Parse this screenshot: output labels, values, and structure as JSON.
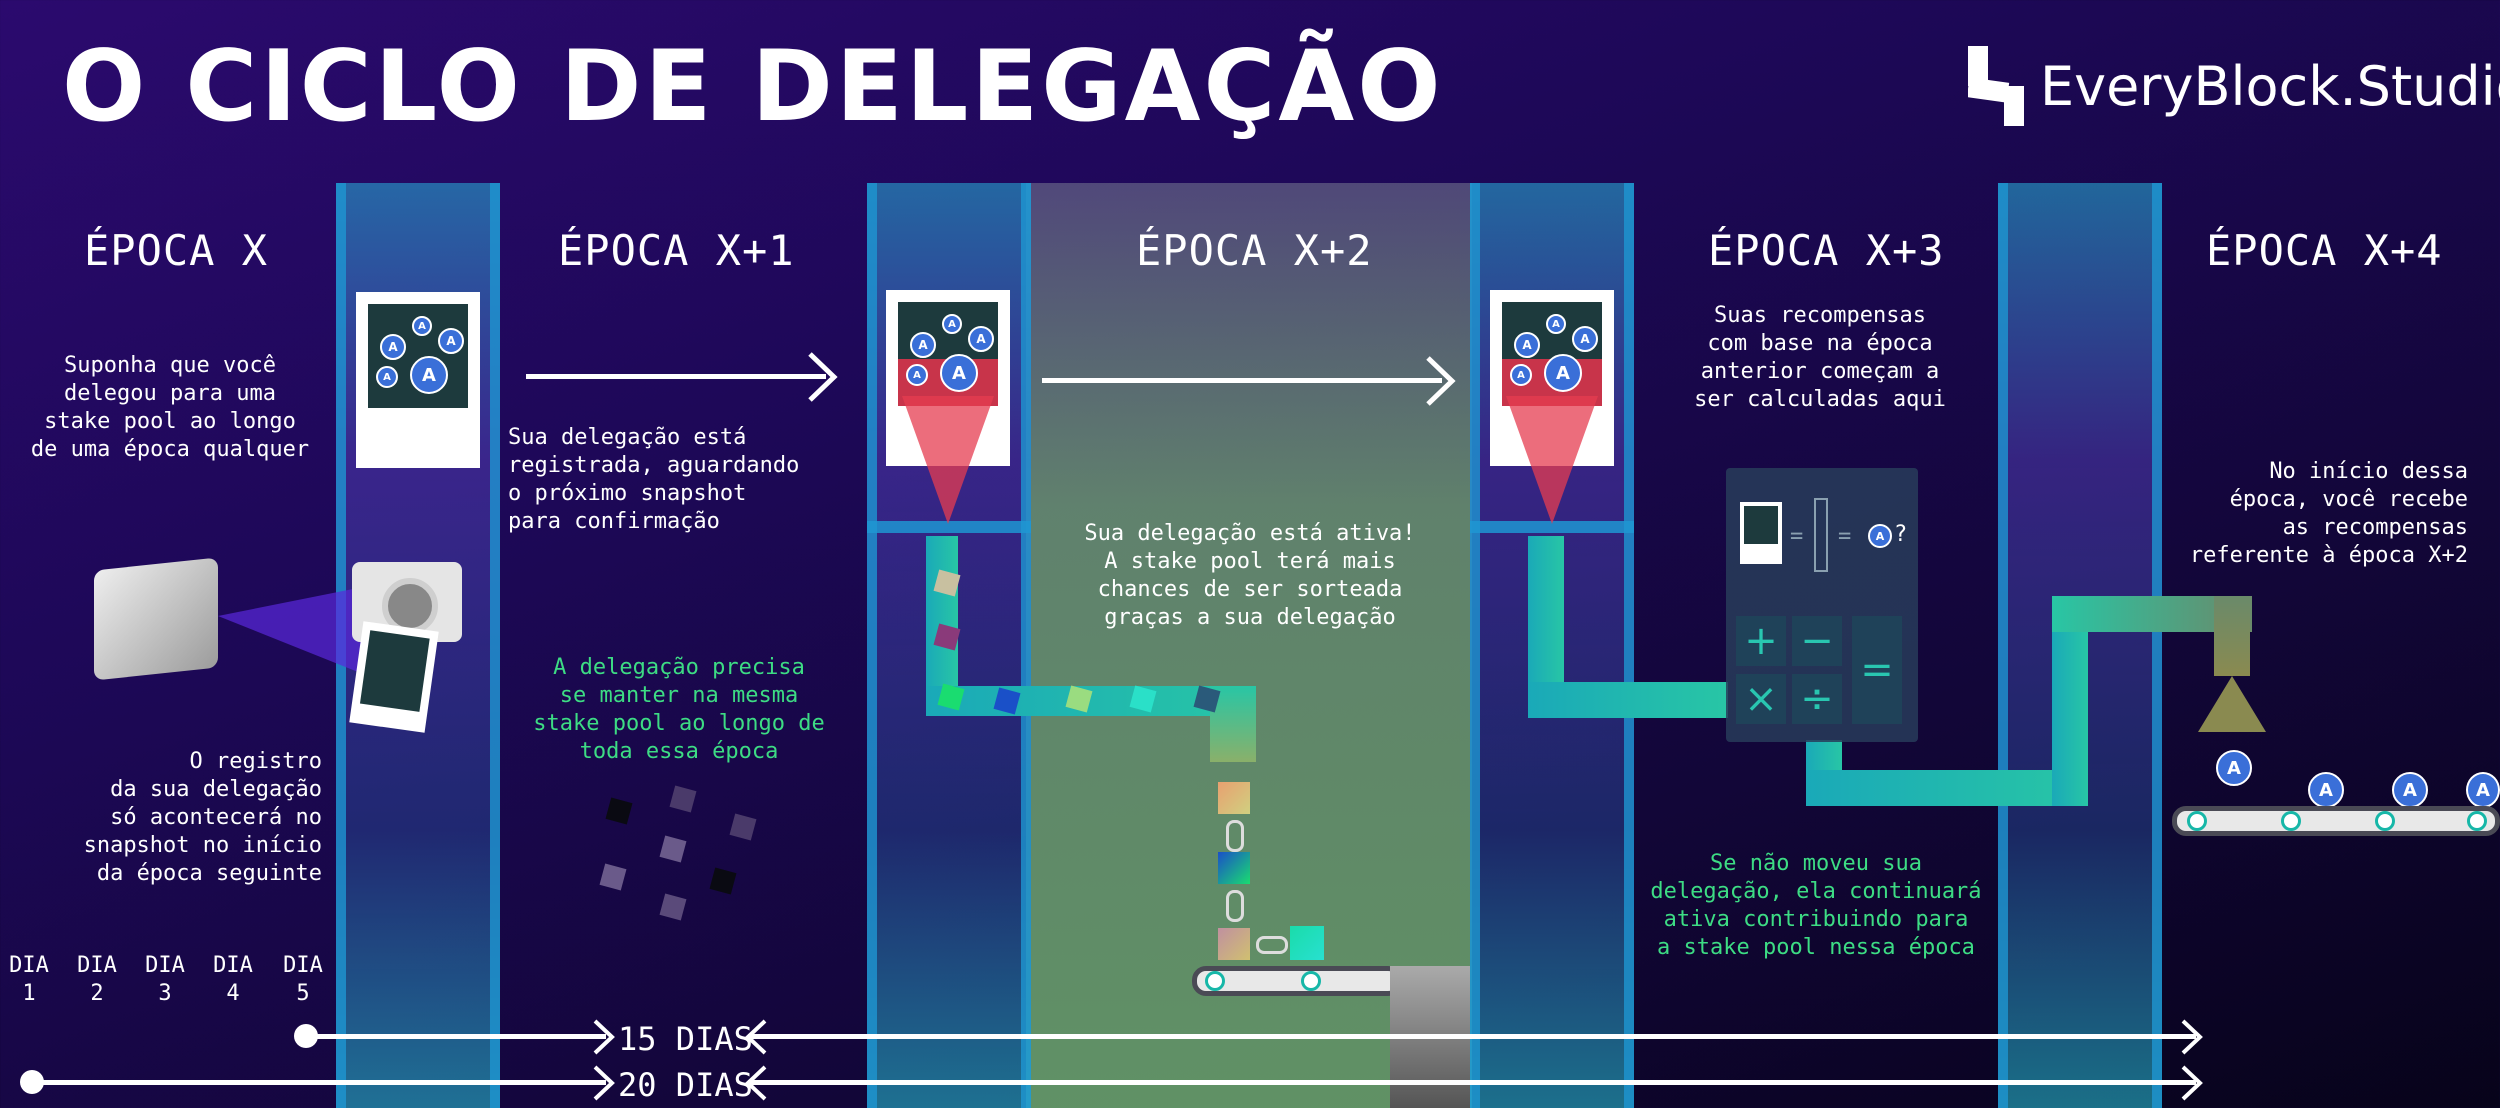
{
  "title": "O CICLO DE DELEGAÇÃO",
  "brand": "EveryBlock.Studio",
  "epochs": [
    {
      "label": "ÉPOCA X",
      "text": "Suponha que você\ndelegou para uma\nstake pool ao longo\nde uma época qualquer"
    },
    {
      "label": "ÉPOCA X+1",
      "text": "Sua delegação está\nregistrada, aguardando\no próximo snapshot\npara confirmação"
    },
    {
      "label": "ÉPOCA X+2",
      "text": "Sua delegação está ativa!\nA stake pool terá mais\nchances de ser sorteada\ngraças a sua delegação"
    },
    {
      "label": "ÉPOCA X+3",
      "text": "Suas recompensas\ncom base na época\nanterior começam a\nser calculadas aqui"
    },
    {
      "label": "ÉPOCA X+4",
      "text": "No início dessa\népoca, você recebe\nas recompensas\nreferente à época X+2"
    }
  ],
  "notes": {
    "registry": "O registro\nda sua delegação\nsó acontecerá no\nsnapshot no início\nda época seguinte",
    "same_pool": "A delegação precisa\nse manter na mesma\nstake pool ao longo de\ntoda essa época",
    "continues": "Se não moveu sua\ndelegação, ela continuará\nativa contribuindo para\na stake pool nessa época"
  },
  "days": [
    "DIA\n1",
    "DIA\n2",
    "DIA\n3",
    "DIA\n4",
    "DIA\n5"
  ],
  "durations": [
    "15 DIAS",
    "20 DIAS"
  ],
  "coin_symbol": "A",
  "calc": {
    "question": "?",
    "keys": [
      "+",
      "−",
      "×",
      "÷",
      "="
    ]
  },
  "colors": {
    "accent_green": "#3ddc84",
    "column_blue": "#1e96d2",
    "background": "#1d0857"
  }
}
